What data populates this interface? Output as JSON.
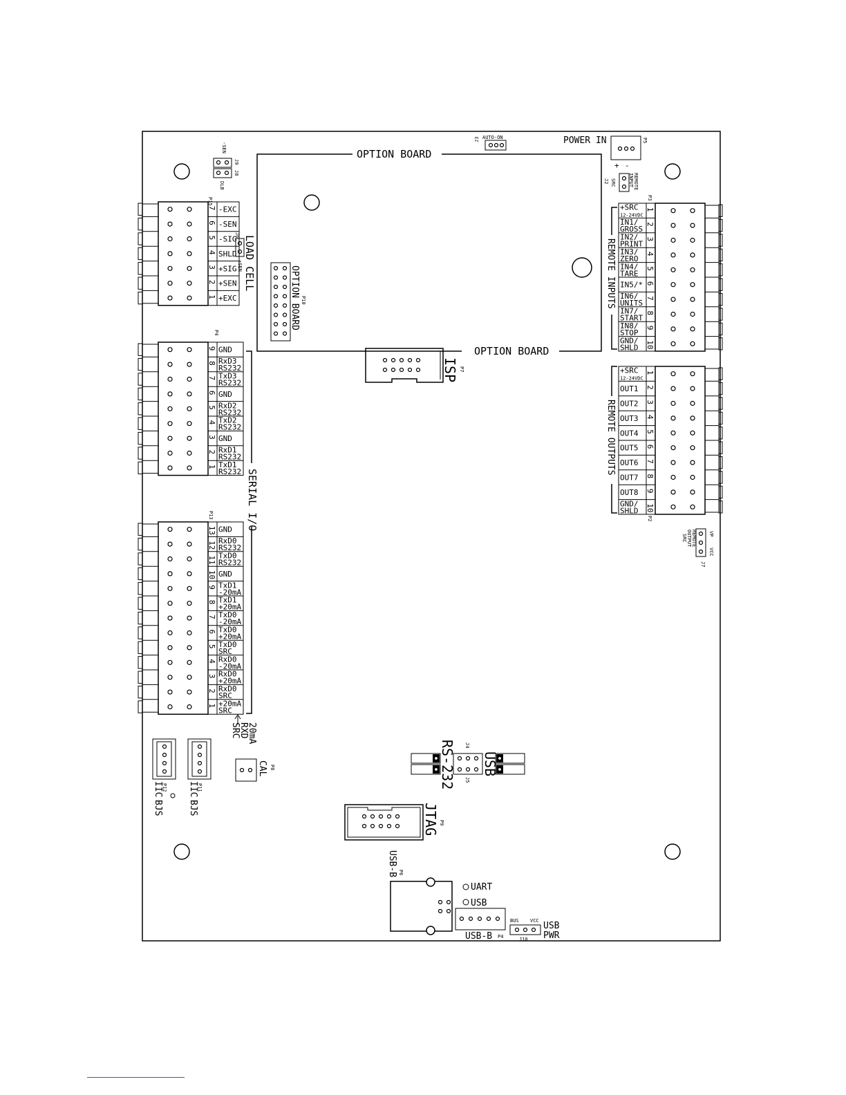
{
  "option_board": {
    "top": "OPTION BOARD",
    "side": "OPTION BOARD",
    "bottom": "OPTION BOARD",
    "p10": "P10"
  },
  "auto_on": {
    "label": "AUTO-ON",
    "ref": "J3"
  },
  "power_in": {
    "label": "POWER IN",
    "ref": "P5",
    "plus": "+",
    "minus": "-"
  },
  "remote_input_src": {
    "ref": "J2",
    "l1": "REMOTE",
    "l2": "INPUT",
    "l3": "SRC"
  },
  "sense": {
    "sen": "-SEN",
    "dlb": "DLB",
    "j9": "J9",
    "j8": "J8"
  },
  "load_cell": {
    "ref": "P15",
    "title": "LOAD CELL",
    "jumper": "J6",
    "jumper_label": "+SEN",
    "pins": [
      {
        "num": "7",
        "label": "-EXC"
      },
      {
        "num": "6",
        "label": "-SEN"
      },
      {
        "num": "5",
        "label": "-SIG"
      },
      {
        "num": "4",
        "label": "SHLD"
      },
      {
        "num": "3",
        "label": "+SIG"
      },
      {
        "num": "2",
        "label": "+SEN"
      },
      {
        "num": "1",
        "label": "+EXC"
      }
    ]
  },
  "serial_io": {
    "title": "SERIAL I/O",
    "p4": {
      "ref": "P4",
      "pins": [
        {
          "num": "9",
          "l1": "GND",
          "l2": ""
        },
        {
          "num": "8",
          "l1": "RxD3",
          "l2": "RS232"
        },
        {
          "num": "7",
          "l1": "TxD3",
          "l2": "RS232"
        },
        {
          "num": "6",
          "l1": "GND",
          "l2": ""
        },
        {
          "num": "5",
          "l1": "RxD2",
          "l2": "RS232"
        },
        {
          "num": "4",
          "l1": "TxD2",
          "l2": "RS232"
        },
        {
          "num": "3",
          "l1": "GND",
          "l2": ""
        },
        {
          "num": "2",
          "l1": "RxD1",
          "l2": "RS232"
        },
        {
          "num": "1",
          "l1": "TxD1",
          "l2": "RS232"
        }
      ]
    },
    "p13": {
      "ref": "P13",
      "pins": [
        {
          "num": "13",
          "l1": "GND",
          "l2": ""
        },
        {
          "num": "12",
          "l1": "RxD0",
          "l2": "RS232"
        },
        {
          "num": "11",
          "l1": "TxD0",
          "l2": "RS232"
        },
        {
          "num": "10",
          "l1": "GND",
          "l2": ""
        },
        {
          "num": "9",
          "l1": "TxD1",
          "l2": "-20mA"
        },
        {
          "num": "8",
          "l1": "TxD1",
          "l2": "+20mA"
        },
        {
          "num": "7",
          "l1": "TxD0",
          "l2": "-20mA"
        },
        {
          "num": "6",
          "l1": "TxD0",
          "l2": "+20mA"
        },
        {
          "num": "5",
          "l1": "TxD0",
          "l2": "SRC"
        },
        {
          "num": "4",
          "l1": "RxD0",
          "l2": "-20mA"
        },
        {
          "num": "3",
          "l1": "RxD0",
          "l2": "+20mA"
        },
        {
          "num": "2",
          "l1": "RxD0",
          "l2": "SRC"
        },
        {
          "num": "1",
          "l1": "+20mA",
          "l2": "SRC"
        }
      ]
    },
    "rxd_src": {
      "l1": "20mA",
      "l2": "RXD",
      "l3": "SRC"
    }
  },
  "remote_inputs": {
    "ref": "P3",
    "title": "REMOTE INPUTS",
    "pins": [
      {
        "num": "1",
        "l1": "+SRC",
        "l2": "12-24VDC"
      },
      {
        "num": "2",
        "l1": "IN1/",
        "l2": "GROSS"
      },
      {
        "num": "3",
        "l1": "IN2/",
        "l2": "PRINT"
      },
      {
        "num": "4",
        "l1": "IN3/",
        "l2": "ZERO"
      },
      {
        "num": "5",
        "l1": "IN4/",
        "l2": "TARE"
      },
      {
        "num": "6",
        "l1": "IN5/*",
        "l2": ""
      },
      {
        "num": "7",
        "l1": "IN6/",
        "l2": "UNITS"
      },
      {
        "num": "8",
        "l1": "IN7/",
        "l2": "START"
      },
      {
        "num": "9",
        "l1": "IN8/",
        "l2": "STOP"
      },
      {
        "num": "10",
        "l1": "GND/",
        "l2": "SHLD"
      }
    ]
  },
  "remote_outputs": {
    "ref": "P2",
    "title": "REMOTE OUTPUTS",
    "pins": [
      {
        "num": "1",
        "l1": "+SRC",
        "l2": "12-24VDC"
      },
      {
        "num": "2",
        "l1": "OUT1",
        "l2": ""
      },
      {
        "num": "3",
        "l1": "OUT2",
        "l2": ""
      },
      {
        "num": "4",
        "l1": "OUT3",
        "l2": ""
      },
      {
        "num": "5",
        "l1": "OUT4",
        "l2": ""
      },
      {
        "num": "6",
        "l1": "OUT5",
        "l2": ""
      },
      {
        "num": "7",
        "l1": "OUT6",
        "l2": ""
      },
      {
        "num": "8",
        "l1": "OUT7",
        "l2": ""
      },
      {
        "num": "9",
        "l1": "OUT8",
        "l2": ""
      },
      {
        "num": "10",
        "l1": "GND/",
        "l2": "SHLD"
      }
    ]
  },
  "remote_output_src": {
    "ref": "J7",
    "vp": "VP",
    "vcc": "VCC",
    "l1": "REMOTE",
    "l2": "OUTPUT",
    "l3": "SRC"
  },
  "isp": {
    "label": "ISP",
    "ref": "P7"
  },
  "jtag": {
    "label": "JTAG",
    "ref": "P9"
  },
  "rs232_usb": {
    "rs232": "RS-232",
    "usb": "USB",
    "j4": "J4",
    "j5": "J5"
  },
  "cal": {
    "label": "CAL",
    "ref": "P8"
  },
  "iic": {
    "p12_ref": "P12",
    "p11_ref": "P11",
    "l1": "IIC",
    "l2": "BJS"
  },
  "usb": {
    "p6_ref": "P6",
    "p6_label": "USB-B",
    "uart": "UART",
    "usb_led": "USB",
    "p4_label": "USB-B",
    "p4_ref": "P4",
    "j10": "J10",
    "bus": "BUS",
    "vcc": "VCC",
    "pwr1": "USB",
    "pwr2": "PWR"
  }
}
